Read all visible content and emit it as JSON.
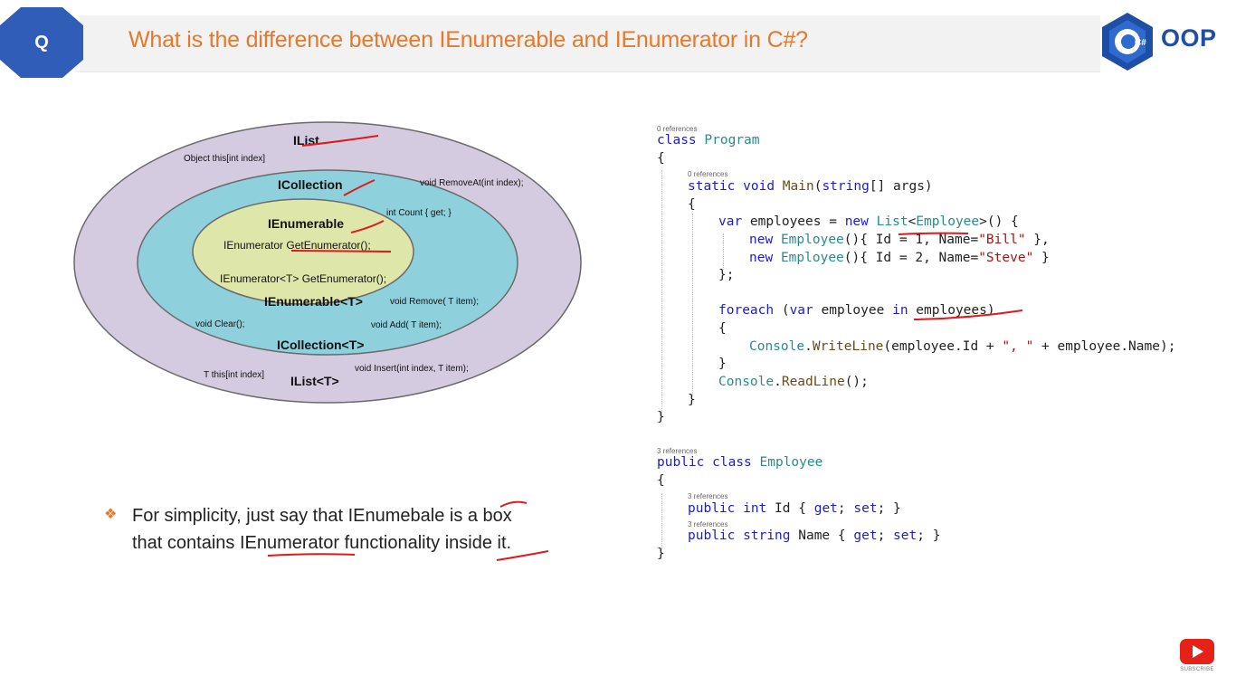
{
  "header": {
    "q_label": "Q",
    "title": "What is the difference between IEnumerable and IEnumerator in C#?",
    "logo_mark": "C#",
    "logo_text": "OOP",
    "colors": {
      "title": "#e8782a",
      "badge": "#2f5db8",
      "logo": "#1f4ea5"
    }
  },
  "diagram": {
    "ilist": "IList",
    "ilist_this": "Object this[int index]",
    "ilist_removeat": "void RemoveAt(int index);",
    "icollection": "ICollection",
    "icollection_count": "int Count { get; }",
    "ienumerable": "IEnumerable",
    "getenumerator": "IEnumerator GetEnumerator();",
    "getenumerator_t": "IEnumerator<T> GetEnumerator();",
    "ienumerable_t": "IEnumerable<T>",
    "remove": "void Remove( T item);",
    "clear": "void Clear();",
    "add": "void Add( T item);",
    "icollection_t": "ICollection<T>",
    "this_t": "T this[int index]",
    "insert": "void Insert(int index, T item);",
    "ilist_t": "IList<T>",
    "colors": {
      "outer": "#d4cbe0",
      "middle": "#8ed0dc",
      "inner": "#dfe6a9"
    }
  },
  "note": {
    "line1": "For simplicity, just say that  IEnumebale is a  box",
    "line2": "that contains IEnumerator functionality  inside it."
  },
  "code": {
    "refs_program": "0 references",
    "refs_main": "0 references",
    "refs_employee": "3 references",
    "refs_id": "3 references",
    "refs_name": "3 references",
    "lines": [
      "class Program",
      "{",
      "static void Main(string[] args)",
      "{",
      "var employees = new List<Employee>() {",
      "new Employee(){ Id = 1, Name=\"Bill\" },",
      "new Employee(){ Id = 2, Name=\"Steve\" }",
      "};",
      "foreach (var employee in employees)",
      "{",
      "Console.WriteLine(employee.Id + \", \" + employee.Name);",
      "}",
      "Console.ReadLine();",
      "}",
      "}",
      "public class Employee",
      "{",
      "public int Id { get; set; }",
      "public string Name { get; set; }",
      "}"
    ]
  },
  "subscribe": {
    "label": "SUBSCRIBE",
    "color": "#e62117"
  }
}
